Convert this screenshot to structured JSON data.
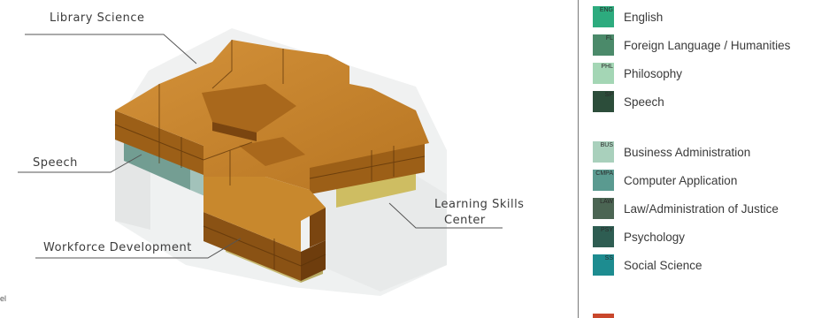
{
  "callouts": {
    "library_science": "Library Science",
    "speech": "Speech",
    "workforce": "Workforce Development",
    "learning_line1": "Learning Skills",
    "learning_line2": "Center"
  },
  "stray_text": "el",
  "legend": {
    "group1": [
      {
        "code": "ENG",
        "label": "English",
        "color": "#2dab7e"
      },
      {
        "code": "FL",
        "label": "Foreign Language / Humanities",
        "color": "#4b8a6a"
      },
      {
        "code": "PHL",
        "label": "Philosophy",
        "color": "#a4d6b5"
      },
      {
        "code": "SP",
        "label": "Speech",
        "color": "#2c4d3a"
      }
    ],
    "group2": [
      {
        "code": "BUS",
        "label": "Business Administration",
        "color": "#a9d0bc"
      },
      {
        "code": "CMPA",
        "label": "Computer Application",
        "color": "#5a9a90"
      },
      {
        "code": "LAW",
        "label": "Law/Administration of Justice",
        "color": "#4b6553"
      },
      {
        "code": "PSY",
        "label": "Psychology",
        "color": "#2e5d52"
      },
      {
        "code": "SS",
        "label": "Social Science",
        "color": "#1d8c90"
      }
    ],
    "partial_swatch_color": "#c9472c"
  },
  "colors": {
    "orange_top": "#c8882d",
    "orange_side": "#9c5f17",
    "orange_dark": "#7a4510",
    "glass": "#d9dcdc",
    "teal_floor": "#5e8f82",
    "yellow_floor": "#c9b54a"
  }
}
